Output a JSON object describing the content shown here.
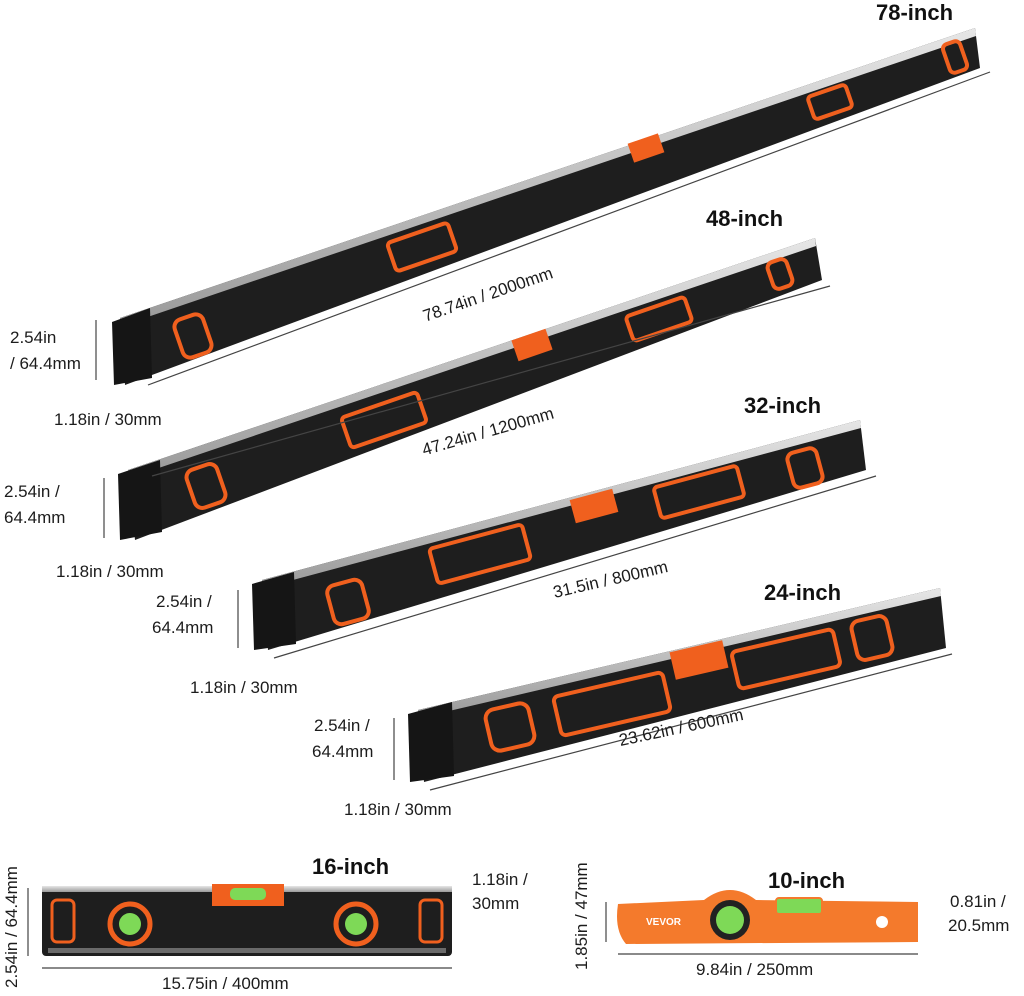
{
  "colors": {
    "body": "#222222",
    "edge": "#c8c8c8",
    "accent": "#f0601e",
    "vial": "#7ed957",
    "orange_body": "#f47a2c"
  },
  "brand": "VEVOR",
  "levels": [
    {
      "id": "78",
      "size": "78-inch",
      "length": "78.74in / 2000mm",
      "height": "2.54in / 64.4mm",
      "height_l1": "2.54in",
      "height_l2": "/ 64.4mm",
      "width": "1.18in / 30mm"
    },
    {
      "id": "48",
      "size": "48-inch",
      "length": "47.24in / 1200mm",
      "height": "2.54in / 64.4mm",
      "height_l1": "2.54in /",
      "height_l2": "64.4mm",
      "width": "1.18in / 30mm"
    },
    {
      "id": "32",
      "size": "32-inch",
      "length": "31.5in / 800mm",
      "height": "2.54in / 64.4mm",
      "height_l1": "2.54in /",
      "height_l2": "64.4mm",
      "width": "1.18in / 30mm"
    },
    {
      "id": "24",
      "size": "24-inch",
      "length": "23.62in / 600mm",
      "height": "2.54in / 64.4mm",
      "height_l1": "2.54in /",
      "height_l2": "64.4mm",
      "width": "1.18in / 30mm"
    },
    {
      "id": "16",
      "size": "16-inch",
      "length": "15.75in / 400mm",
      "height": "2.54in / 64.4mm",
      "width_l1": "1.18in /",
      "width_l2": "30mm"
    },
    {
      "id": "10",
      "size": "10-inch",
      "length": "9.84in / 250mm",
      "height": "1.85in / 47mm",
      "width_l1": "0.81in /",
      "width_l2": "20.5mm"
    }
  ]
}
